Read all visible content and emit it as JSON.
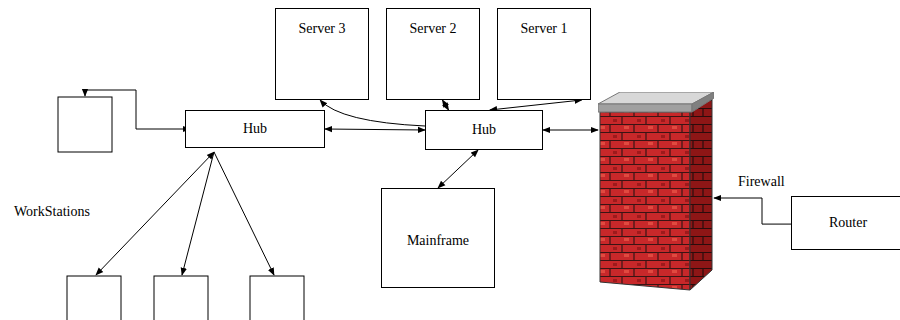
{
  "diagram": {
    "nodes": [
      {
        "text": [
          "Server 3"
        ]
      },
      {
        "text": [
          "Server 2"
        ]
      },
      {
        "text": [
          "Server 1"
        ]
      },
      {
        "text": [
          "Hub"
        ]
      },
      {
        "text": [
          "Hub"
        ]
      },
      {
        "text": [
          "Mainframe"
        ]
      },
      {
        "text": [
          "Firewall"
        ]
      },
      {
        "text": [
          "Router"
        ]
      }
    ],
    "edges": [
      {
        "from": 3,
        "to": 4,
        "arrow": "both"
      },
      {
        "from": 4,
        "to": 0,
        "arrow": "to"
      },
      {
        "from": 4,
        "to": 1,
        "arrow": "both"
      },
      {
        "from": 4,
        "to": 2,
        "arrow": "both"
      },
      {
        "from": 4,
        "to": 5,
        "arrow": "both"
      },
      {
        "from": 4,
        "to": 6,
        "arrow": "both"
      },
      {
        "from": 7,
        "to": 6,
        "arrow": "to"
      }
    ],
    "labels": [
      "WorkStations"
    ]
  }
}
